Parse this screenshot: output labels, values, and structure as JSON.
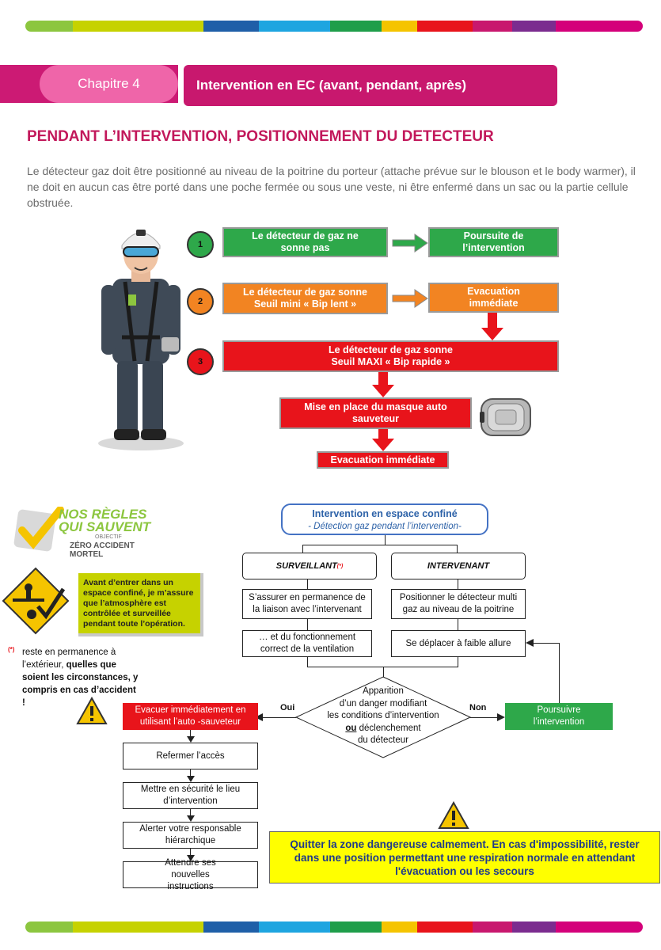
{
  "header": {
    "chapter": "Chapitre 4",
    "title": "Intervention en EC (avant, pendant, après)"
  },
  "section": {
    "heading": "PENDANT L’INTERVENTION,  POSITIONNEMENT DU DETECTEUR",
    "intro": "Le détecteur gaz doit être positionné au niveau de la poitrine du porteur (attache prévue sur le blouson et le body warmer), il ne doit en aucun cas être porté dans une poche fermée ou sous une veste, ni être enfermé dans un sac ou la partie cellule obstruée."
  },
  "steps": {
    "s1": {
      "num": "1",
      "text": "Le détecteur de gaz ne sonne pas",
      "result": "Poursuite de l’intervention",
      "color": "#2ea84a"
    },
    "s2": {
      "num": "2",
      "text": "Le détecteur de gaz sonne Seuil mini « Bip lent »",
      "result": "Evacuation immédiate",
      "color": "#f28422"
    },
    "s3": {
      "num": "3",
      "text": "Le détecteur de gaz sonne Seuil MAXI « Bip rapide »",
      "color": "#e8141b"
    },
    "mask": "Mise en place du masque auto sauveteur",
    "evac": "Evacuation immédiate"
  },
  "logo": {
    "line1": "NOS RÈGLES",
    "line2": "QUI SAUVENT",
    "line3": "OBJECTIF",
    "line4": "ZÉRO ACCIDENT MORTEL"
  },
  "rule_text": "Avant d’entrer dans un espace confiné, je m’assure que l’atmosphère est contrôlée et surveillée pendant toute l’opération.",
  "note": {
    "mark": "(*)",
    "text1": "reste en permanence à l’extérieur,",
    "text2": "quelles que soient les circonstances, y compris en cas d’accident !"
  },
  "flow": {
    "title": "Intervention en espace confiné",
    "subtitle": "- Détection gaz pendant l’intervention-",
    "surveillant": "SURVEILLANT",
    "surveillant_mark": "(*)",
    "intervenant": "INTERVENANT",
    "s_step1": "S’assurer en permanence de la liaison avec l’intervenant",
    "s_step2": "… et du fonctionnement correct de la ventilation",
    "i_step1": "Positionner le détecteur multi gaz au niveau de la poitrine",
    "i_step2": "Se déplacer à faible allure",
    "decision": "Apparition d’un danger modifiant les conditions d’intervention ou déclenchement du détecteur",
    "decision_parts": [
      "Apparition",
      "d’un danger modifiant",
      "les conditions d’intervention",
      "ou",
      "déclenchement",
      "du détecteur"
    ],
    "yes": "Oui",
    "no": "Non",
    "evacuate": "Evacuer immédiatement en utilisant l’auto -sauveteur",
    "continue": "Poursuivre l’intervention",
    "close": "Refermer l’accès",
    "secure": "Mettre en sécurité le lieu d’intervention",
    "alert": "Alerter votre responsable hiérarchique",
    "wait": "Attendre ses nouvelles instructions"
  },
  "warning": "Quitter la zone dangereuse calmement. En cas d'impossibilité, rester dans une position permettant une respiration normale en attendant l'évacuation ou les secours",
  "colors": {
    "magenta": "#c8186e",
    "heading": "#c2185b",
    "green": "#2ea84a",
    "orange": "#f28422",
    "red": "#e8141b",
    "flow_blue": "#2d62a8",
    "yellow": "#ffff00"
  }
}
